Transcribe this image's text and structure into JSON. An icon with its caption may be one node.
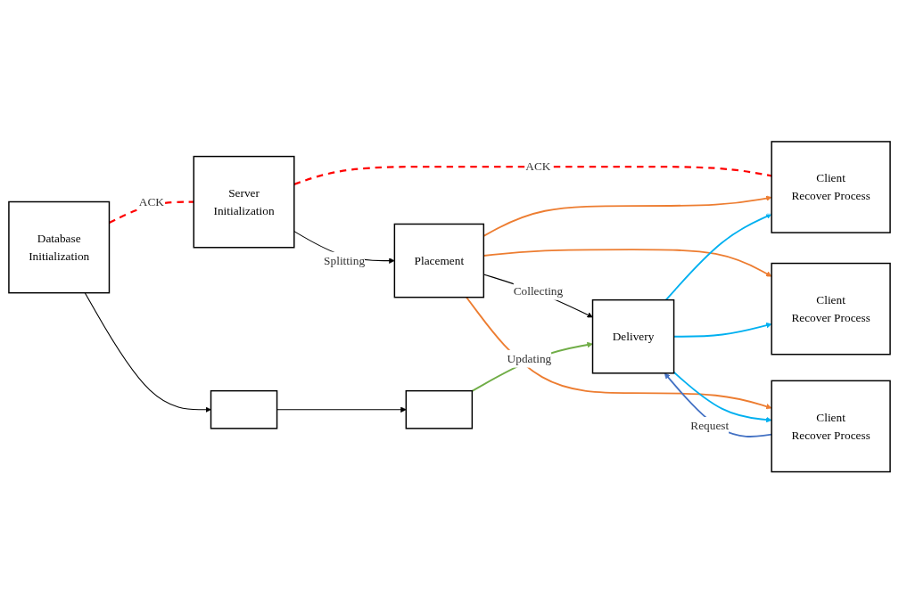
{
  "diagram": {
    "nodes": [
      {
        "text": [
          "Database",
          "Initialization"
        ]
      },
      {
        "text": [
          "Server",
          "Initialization"
        ]
      },
      {
        "text": [
          "Client",
          "Recover Process"
        ]
      },
      {
        "text": [],
        "shape": "box"
      },
      {
        "text": [
          "Placement"
        ]
      },
      {
        "text": [
          "Client",
          "Recover Process"
        ]
      },
      {
        "text": [],
        "shape": "box"
      },
      {
        "text": [
          "Delivery"
        ]
      },
      {
        "text": [
          "Client",
          "Recover Process"
        ]
      }
    ],
    "edges": [
      {
        "from": 0,
        "to": 1,
        "arrow": "none",
        "label": "ACK",
        "style": "dashed",
        "color": "#ff0000"
      },
      {
        "from": 1,
        "to": 2,
        "arrow": "none",
        "label": "ACK",
        "style": "dashed",
        "color": "#ff0000"
      },
      {
        "from": 0,
        "to": 3,
        "arrow": "to"
      },
      {
        "from": 3,
        "to": 6,
        "arrow": "to"
      },
      {
        "from": 1,
        "to": 4,
        "arrow": "to",
        "label": "Splitting"
      },
      {
        "from": 4,
        "to": 7,
        "arrow": "to",
        "label": "Collecting"
      },
      {
        "from": 4,
        "to": 2,
        "arrow": "to",
        "color": "#ed7d31"
      },
      {
        "from": 4,
        "to": 5,
        "arrow": "to",
        "color": "#ed7d31"
      },
      {
        "from": 4,
        "to": 8,
        "arrow": "to",
        "color": "#ed7d31"
      },
      {
        "from": 7,
        "to": 2,
        "arrow": "to",
        "color": "#00b0f0"
      },
      {
        "from": 7,
        "to": 5,
        "arrow": "to",
        "color": "#00b0f0"
      },
      {
        "from": 7,
        "to": 8,
        "arrow": "to",
        "color": "#00b0f0"
      },
      {
        "from": 6,
        "to": 7,
        "arrow": "to",
        "label": "Updating",
        "color": "#70ad47"
      },
      {
        "from": 8,
        "to": 7,
        "arrow": "to",
        "label": "Request",
        "color": "#4472c4"
      }
    ]
  }
}
